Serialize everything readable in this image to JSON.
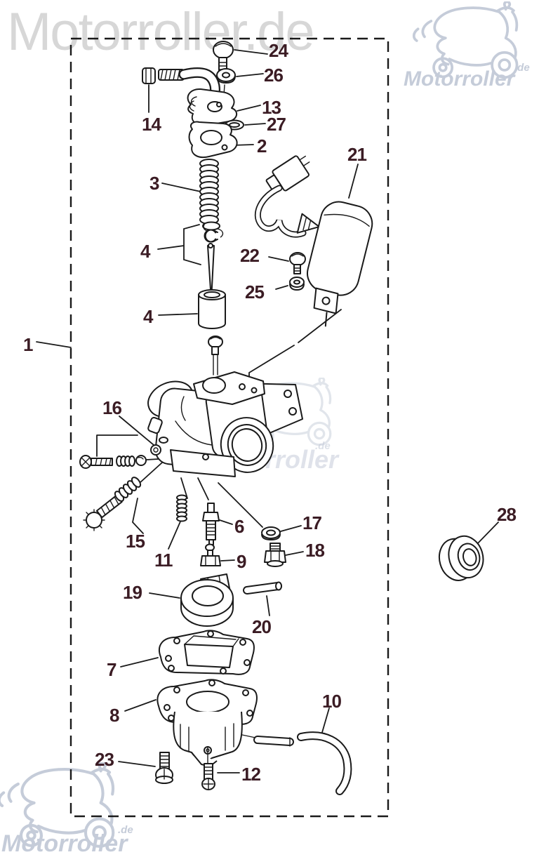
{
  "watermarks": {
    "top_text": "Motorroller.de",
    "brand": "Motorroller",
    "tld": ".de"
  },
  "colors": {
    "label_color": "#3b1c24",
    "line_color": "#1a1a1a",
    "watermark_gray": "#d7d7d7",
    "watermark_blue": "#c5ccd9"
  },
  "diagram": {
    "type": "exploded-parts-diagram",
    "subject": "carburetor",
    "labels": [
      {
        "part": "1"
      },
      {
        "part": "2"
      },
      {
        "part": "3"
      },
      {
        "part": "4"
      },
      {
        "part": "4"
      },
      {
        "part": "6"
      },
      {
        "part": "7"
      },
      {
        "part": "8"
      },
      {
        "part": "9"
      },
      {
        "part": "10"
      },
      {
        "part": "11"
      },
      {
        "part": "12"
      },
      {
        "part": "13"
      },
      {
        "part": "14"
      },
      {
        "part": "15"
      },
      {
        "part": "16"
      },
      {
        "part": "17"
      },
      {
        "part": "18"
      },
      {
        "part": "19"
      },
      {
        "part": "20"
      },
      {
        "part": "21"
      },
      {
        "part": "22"
      },
      {
        "part": "23"
      },
      {
        "part": "24"
      },
      {
        "part": "25"
      },
      {
        "part": "26"
      },
      {
        "part": "27"
      },
      {
        "part": "28"
      }
    ]
  }
}
